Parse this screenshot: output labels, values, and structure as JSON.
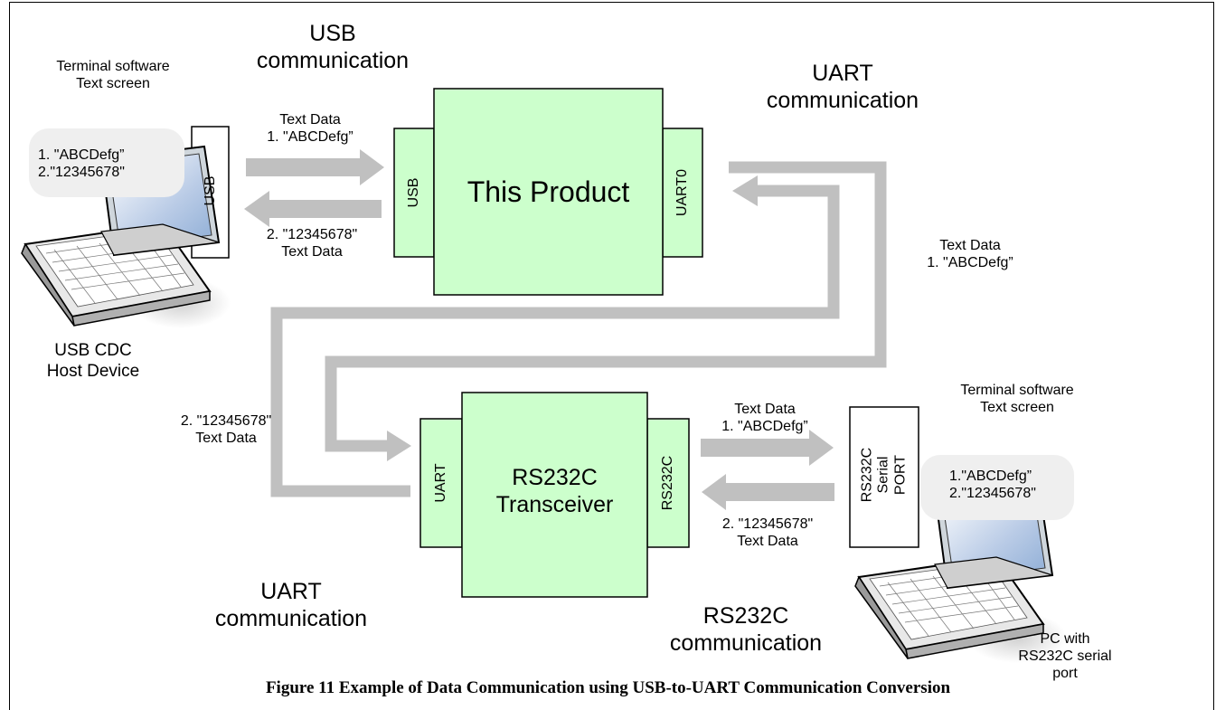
{
  "caption": "Figure 11 Example of Data Communication using USB-to-UART Communication Conversion",
  "left_host": {
    "header_line1": "Terminal software",
    "header_line2": "Text screen",
    "screen_line1": "1. \"ABCDefg”",
    "screen_line2": "2.\"12345678\"",
    "port_label": "USB",
    "device_line1": "USB CDC",
    "device_line2": "Host Device",
    "icon": "laptop-icon"
  },
  "right_host": {
    "header_line1": "Terminal software",
    "header_line2": "Text screen",
    "screen_line1": "1.\"ABCDefg”",
    "screen_line2": "2.\"12345678\"",
    "port_line1": "RS232C",
    "port_line2": "Serial",
    "port_line3": "PORT",
    "device_line1": "PC with",
    "device_line2": "RS232C serial",
    "device_line3": "port",
    "icon": "laptop-icon"
  },
  "product": {
    "title": "This Product",
    "left_port": "USB",
    "right_port": "UART0"
  },
  "transceiver": {
    "title_line1": "RS232C",
    "title_line2": "Transceiver",
    "left_port": "UART",
    "right_port": "RS232C"
  },
  "labels": {
    "usb_comm_line1": "USB",
    "usb_comm_line2": "communication",
    "uart_comm_top_line1": "UART",
    "uart_comm_top_line2": "communication",
    "uart_comm_bottom_line1": "UART",
    "uart_comm_bottom_line2": "communication",
    "rs232c_comm_line1": "RS232C",
    "rs232c_comm_line2": "communication",
    "usb_tx_line1": "Text Data",
    "usb_tx_line2": "1. \"ABCDefg”",
    "usb_rx_line1": "2. \"12345678\"",
    "usb_rx_line2": "Text Data",
    "uart_tx_line1": "Text Data",
    "uart_tx_line2": "1. \"ABCDefg”",
    "uart_rx_line1": "2. \"12345678\"",
    "uart_rx_line2": "Text Data",
    "rs_tx_line1": "Text Data",
    "rs_tx_line2": "1. \"ABCDefg”",
    "rs_rx_line1": "2. \"12345678\"",
    "rs_rx_line2": "Text Data"
  },
  "colors": {
    "box_fill": "#ccffcc",
    "arrow": "#c0c0c0",
    "bubble": "#efefef"
  }
}
